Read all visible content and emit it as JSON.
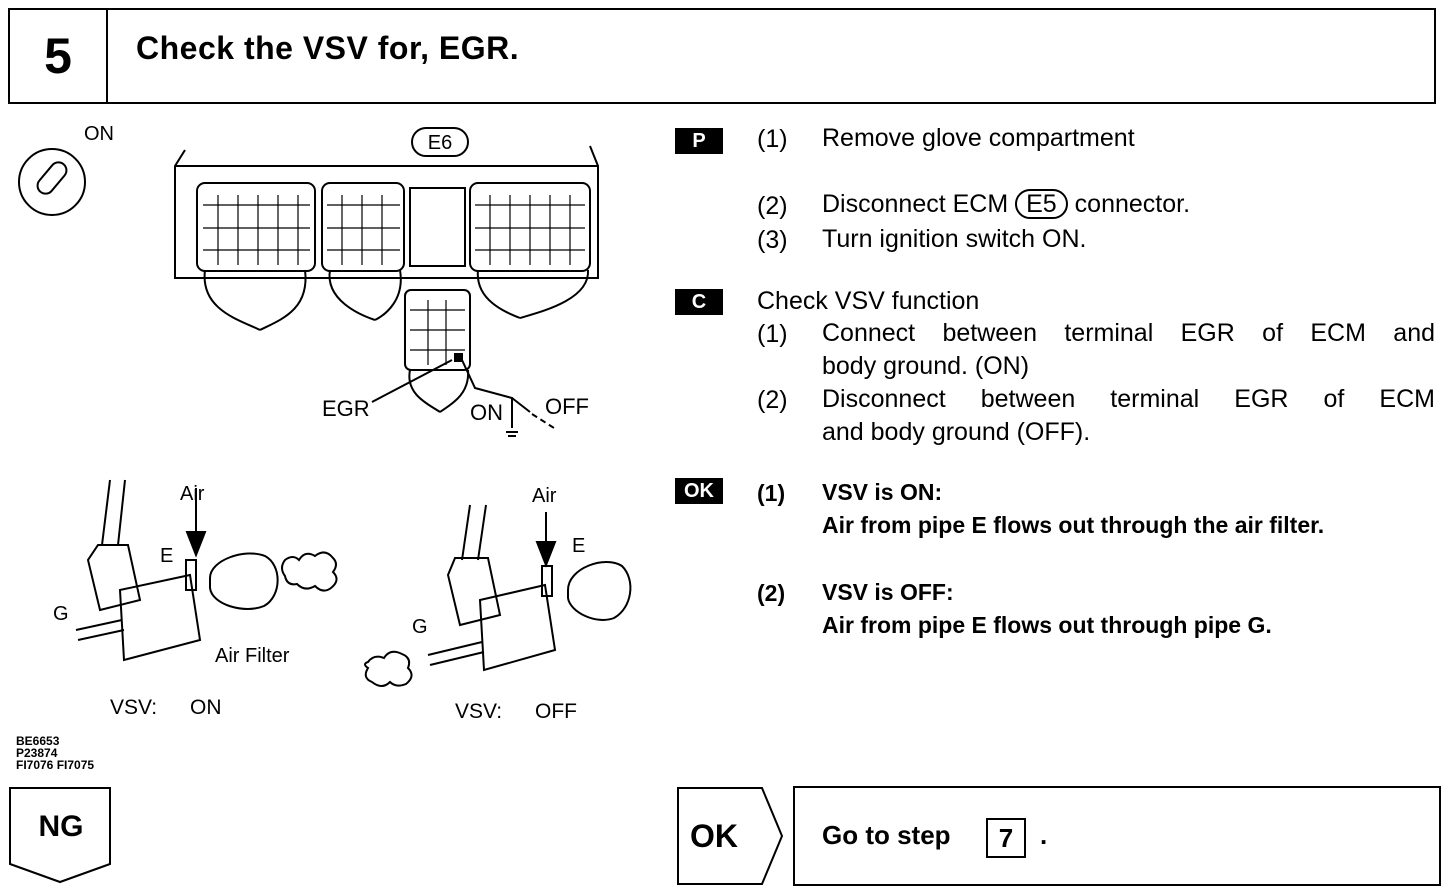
{
  "header": {
    "step_number": "5",
    "title": "Check the VSV for, EGR."
  },
  "diagram": {
    "switch_label": "ON",
    "connector_e6": "E6",
    "egr_label": "EGR",
    "on_label": "ON",
    "off_label": "OFF",
    "vsv_on": {
      "air": "Air",
      "e": "E",
      "g": "G",
      "air_filter": "Air Filter",
      "vsv": "VSV:",
      "state": "ON"
    },
    "vsv_off": {
      "air": "Air",
      "e": "E",
      "g": "G",
      "vsv": "VSV:",
      "state": "OFF"
    },
    "refs": [
      "BE6653",
      "P23874",
      "FI7076 FI7075"
    ]
  },
  "prep": {
    "tag": "P",
    "steps": [
      {
        "num": "(1)",
        "text": "Remove glove compartment"
      },
      {
        "num": "(2)",
        "text_before": "Disconnect ECM",
        "connector": "E5",
        "text_after": "connector."
      },
      {
        "num": "(3)",
        "text": "Turn ignition switch ON."
      }
    ]
  },
  "check": {
    "tag": "C",
    "title": "Check VSV function",
    "steps": [
      {
        "num": "(1)",
        "line1": "Connect between terminal EGR of ECM and",
        "line2": "body ground. (ON)"
      },
      {
        "num": "(2)",
        "line1": "Disconnect between terminal EGR of ECM",
        "line2": "and body ground (OFF)."
      }
    ]
  },
  "ok_result": {
    "tag": "OK",
    "steps": [
      {
        "num": "(1)",
        "line1": "VSV is ON:",
        "line2": "Air from pipe E flows out through the air filter."
      },
      {
        "num": "(2)",
        "line1": "VSV is OFF:",
        "line2": "Air from pipe E flows out through pipe G."
      }
    ]
  },
  "ng": {
    "label": "NG"
  },
  "ok_branch": {
    "label": "OK",
    "goto_text": "Go to step",
    "goto_step": "7",
    "period": "."
  }
}
